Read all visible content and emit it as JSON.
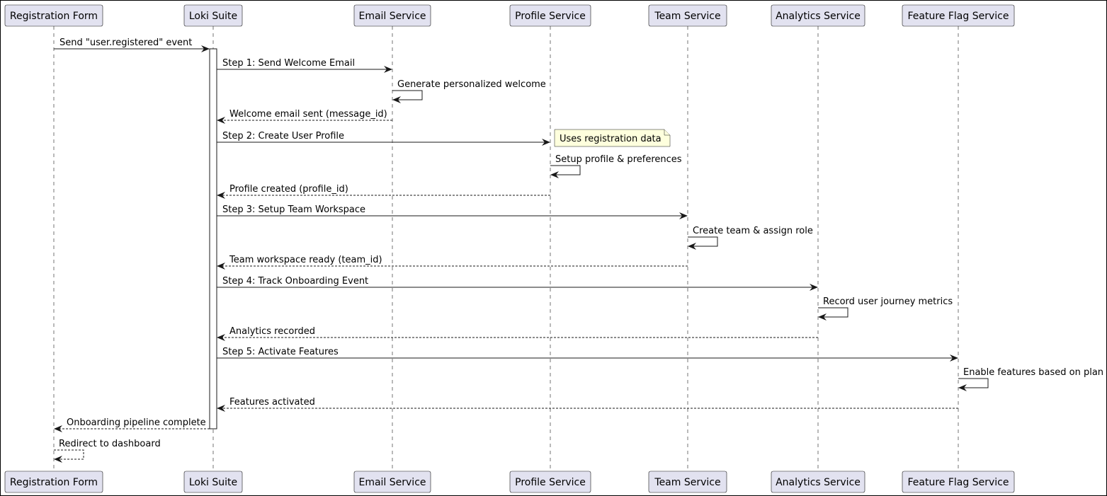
{
  "participants": [
    {
      "id": "reg",
      "label": "Registration Form"
    },
    {
      "id": "loki",
      "label": "Loki Suite"
    },
    {
      "id": "email",
      "label": "Email Service"
    },
    {
      "id": "profile",
      "label": "Profile Service"
    },
    {
      "id": "team",
      "label": "Team Service"
    },
    {
      "id": "analytics",
      "label": "Analytics Service"
    },
    {
      "id": "flags",
      "label": "Feature Flag Service"
    }
  ],
  "messages": [
    {
      "from": "reg",
      "to": "loki",
      "label": "Send \"user.registered\" event",
      "style": "solid"
    },
    {
      "from": "loki",
      "to": "email",
      "label": "Step 1: Send Welcome Email",
      "style": "solid"
    },
    {
      "from": "email",
      "to": "email",
      "label": "Generate personalized welcome",
      "style": "solid"
    },
    {
      "from": "email",
      "to": "loki",
      "label": "Welcome email sent (message_id)",
      "style": "dashed"
    },
    {
      "from": "loki",
      "to": "profile",
      "label": "Step 2: Create User Profile",
      "style": "solid"
    },
    {
      "from": "profile",
      "to": "profile",
      "label": "Setup profile & preferences",
      "style": "solid"
    },
    {
      "from": "profile",
      "to": "loki",
      "label": "Profile created (profile_id)",
      "style": "dashed"
    },
    {
      "from": "loki",
      "to": "team",
      "label": "Step 3: Setup Team Workspace",
      "style": "solid"
    },
    {
      "from": "team",
      "to": "team",
      "label": "Create team & assign role",
      "style": "solid"
    },
    {
      "from": "team",
      "to": "loki",
      "label": "Team workspace ready (team_id)",
      "style": "dashed"
    },
    {
      "from": "loki",
      "to": "analytics",
      "label": "Step 4: Track Onboarding Event",
      "style": "solid"
    },
    {
      "from": "analytics",
      "to": "analytics",
      "label": "Record user journey metrics",
      "style": "solid"
    },
    {
      "from": "analytics",
      "to": "loki",
      "label": "Analytics recorded",
      "style": "dashed"
    },
    {
      "from": "loki",
      "to": "flags",
      "label": "Step 5: Activate Features",
      "style": "solid"
    },
    {
      "from": "flags",
      "to": "flags",
      "label": "Enable features based on plan",
      "style": "solid"
    },
    {
      "from": "flags",
      "to": "loki",
      "label": "Features activated",
      "style": "dashed"
    },
    {
      "from": "loki",
      "to": "reg",
      "label": "Onboarding pipeline complete",
      "style": "dashed"
    },
    {
      "from": "reg",
      "to": "reg",
      "label": "Redirect to dashboard",
      "style": "dashed"
    }
  ],
  "note": {
    "attached_to": "profile",
    "text": "Uses registration data"
  },
  "colors": {
    "participant_fill": "#E2E2F0",
    "participant_border": "#181818",
    "note_fill": "#FEFFDD",
    "line": "#181818",
    "lifeline": "#181818"
  }
}
